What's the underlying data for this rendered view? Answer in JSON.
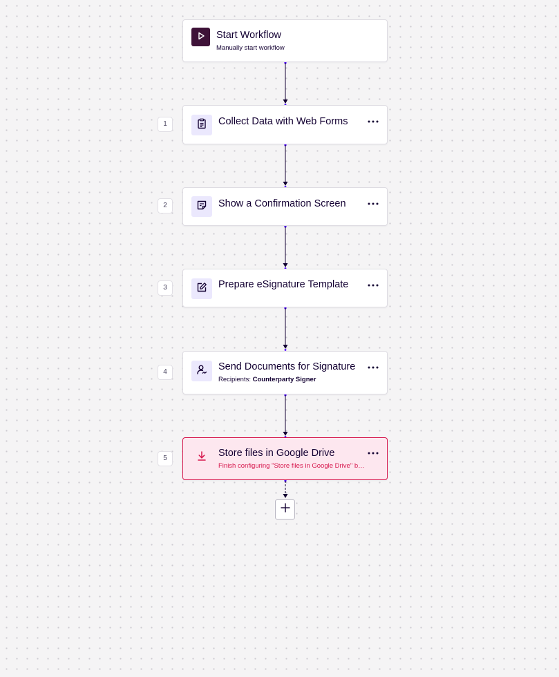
{
  "workflow": {
    "trigger": {
      "title": "Start Workflow",
      "subtitle": "Manually start workflow",
      "icon": "play-icon"
    },
    "steps": [
      {
        "number": "1",
        "title": "Collect Data with Web Forms",
        "icon": "clipboard-form-icon"
      },
      {
        "number": "2",
        "title": "Show a Confirmation Screen",
        "icon": "confirmation-note-icon"
      },
      {
        "number": "3",
        "title": "Prepare eSignature Template",
        "icon": "edit-document-icon"
      },
      {
        "number": "4",
        "title": "Send Documents for Signature",
        "subtitle_label": "Recipients: ",
        "subtitle_value": "Counterparty Signer",
        "icon": "user-signature-icon"
      },
      {
        "number": "5",
        "title": "Store files in Google Drive",
        "error": "Finish configuring \"Store files in Google Drive\" before publishing",
        "status": "error",
        "icon": "download-icon"
      }
    ],
    "more_menu_icon": "more-horizontal-icon",
    "add_step_icon": "plus-icon"
  },
  "colors": {
    "canvas_background": "#f5f4f5",
    "accent": "#3e1238",
    "icon_tile": "#ebe8fd",
    "icon_glyph": "#130032",
    "error": "#d6134a",
    "error_background": "#fde7ef",
    "connector": "#130032"
  }
}
